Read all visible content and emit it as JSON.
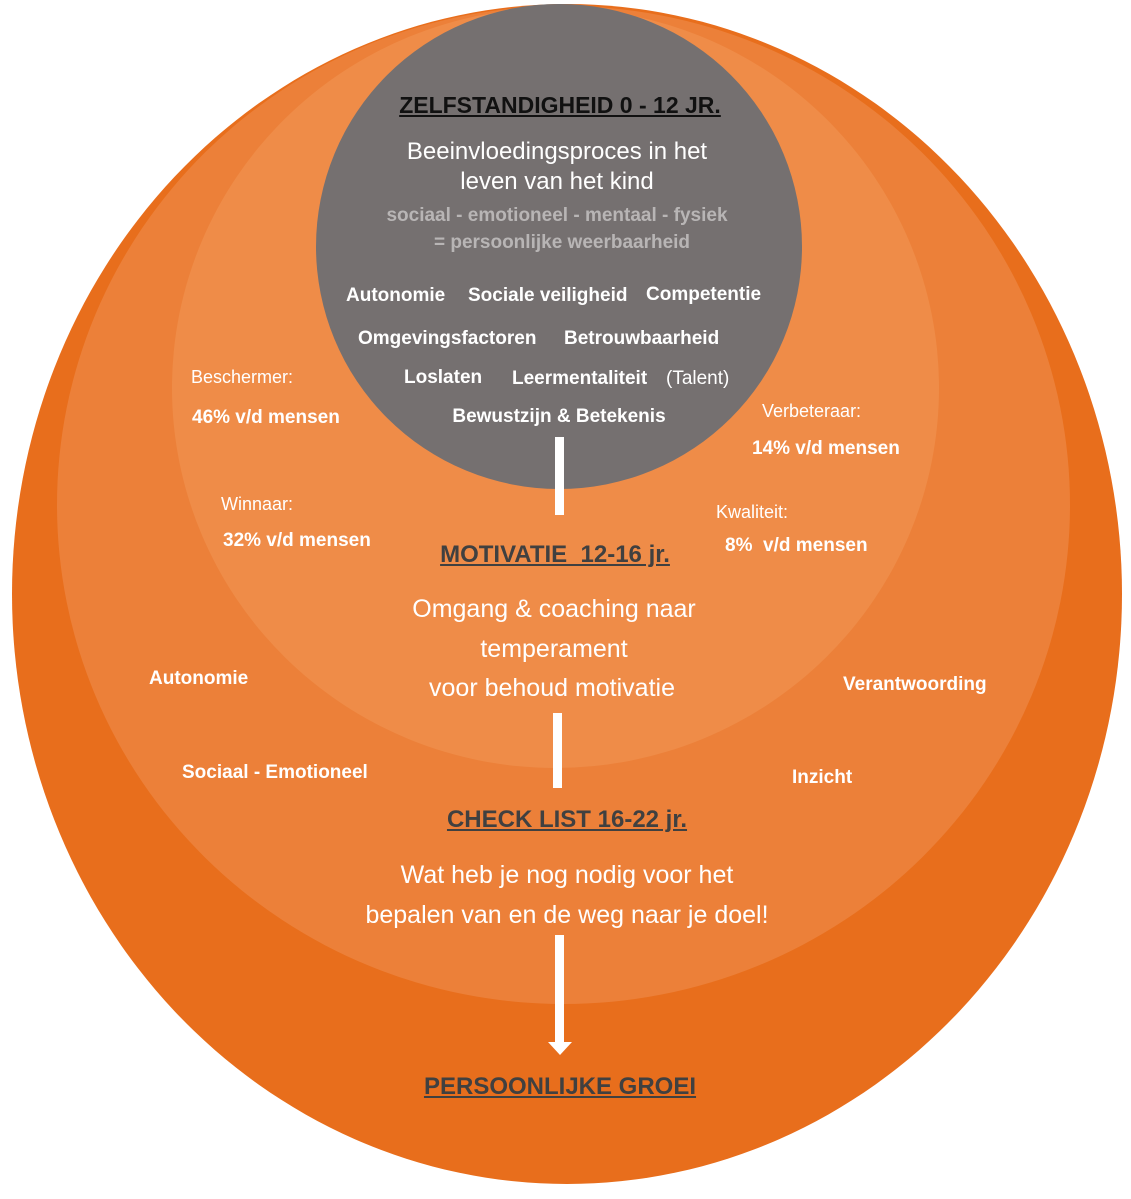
{
  "colors": {
    "outer": "#e86e1c",
    "ring2": "#ec8039",
    "ring3": "#ef8c48",
    "core": "#757070"
  },
  "core": {
    "title": "ZELFSTANDIGHEID 0 - 12 JR.",
    "subtitle_line1": "Beeinvloedingsproces in het",
    "subtitle_line2": "leven van het kind",
    "dims_line1": "sociaal - emotioneel - mentaal - fysiek",
    "dims_line2": "= persoonlijke weerbaarheid",
    "keywords": [
      "Autonomie",
      "Sociale veiligheid",
      "Competentie",
      "Omgevingsfactoren",
      "Betrouwbaarheid",
      "Loslaten",
      "Leermentaliteit",
      "(Talent)",
      "Bewustzijn & Betekenis"
    ]
  },
  "types": [
    {
      "label": "Beschermer:",
      "pct": "46% v/d mensen"
    },
    {
      "label": "Verbeteraar:",
      "pct": "14% v/d mensen"
    },
    {
      "label": "Winnaar:",
      "pct": "32% v/d mensen"
    },
    {
      "label": "Kwaliteit:",
      "pct": "8%  v/d mensen"
    }
  ],
  "motivation": {
    "title": "MOTIVATIE  12-16 jr.",
    "line1": "Omgang & coaching naar",
    "line2": "temperament",
    "line3": "voor behoud motivatie"
  },
  "ring2_words": [
    "Autonomie",
    "Verantwoording",
    "Sociaal - Emotioneel",
    "Inzicht"
  ],
  "checklist": {
    "title": "CHECK LIST 16-22 jr.",
    "line1": "Wat heb je nog nodig voor het",
    "line2": "bepalen van en de weg naar je doel!"
  },
  "growth": {
    "title": "PERSOONLIJKE GROEI"
  }
}
